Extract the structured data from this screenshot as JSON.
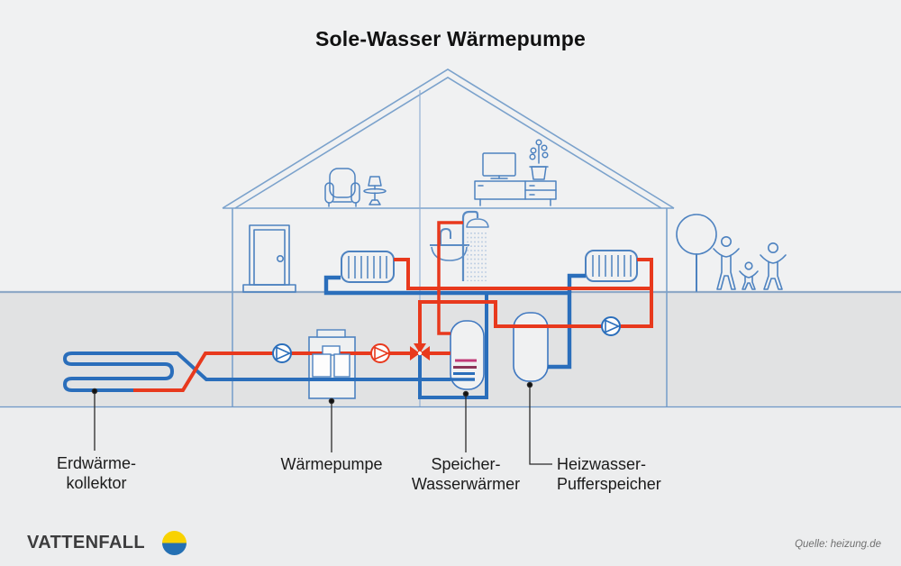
{
  "title": "Sole-Wasser Wärmepumpe",
  "labels": {
    "collector": {
      "line1": "Erdwärme-",
      "line2": "kollektor"
    },
    "heat_pump": "Wärmepumpe",
    "water_heater": {
      "line1": "Speicher-",
      "line2": "Wasserwärmer"
    },
    "buffer": {
      "line1": "Heizwasser-",
      "line2": "Pufferspeicher"
    }
  },
  "footer": {
    "brand": "VATTENFALL",
    "source": "Quelle: heizung.de"
  },
  "colors": {
    "pipe_hot": "#e8391d",
    "pipe_cold": "#2a6ebb",
    "equipment_outline": "#4d82c0",
    "structure_line": "#7ba2cc",
    "ground_line": "#8fa9c7",
    "earth_fill": "#e1e2e3",
    "background": "#f0f1f2",
    "stratification_magenta": "#c23a78",
    "stratification_maroon": "#8c3457",
    "logo_yellow": "#f8d200",
    "logo_blue": "#2470b3"
  }
}
